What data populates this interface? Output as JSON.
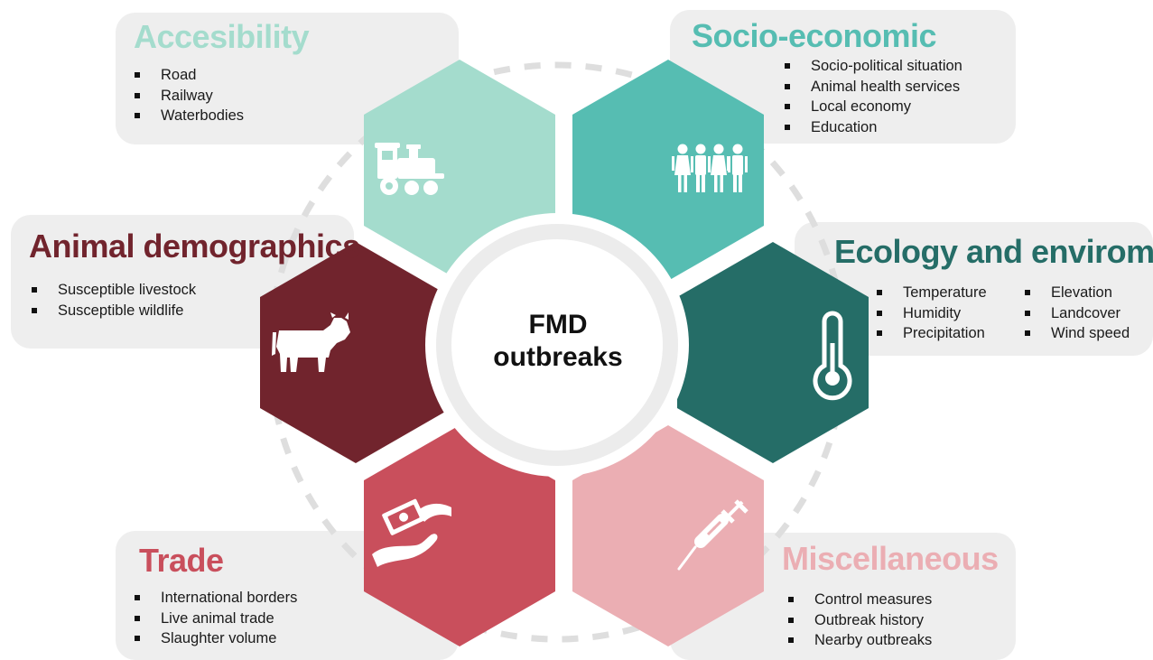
{
  "center": {
    "line1": "FMD",
    "line2": "outbreaks"
  },
  "categories": [
    {
      "title": "Accesibility",
      "icon": "train-icon",
      "color": "#a4dccd",
      "items": [
        "Road",
        "Railway",
        "Waterbodies"
      ]
    },
    {
      "title": "Socio-economic",
      "icon": "people-icon",
      "color": "#56bdb2",
      "items": [
        "Socio-political situation",
        "Animal health services",
        "Local economy",
        "Education"
      ]
    },
    {
      "title": "Animal demographics",
      "icon": "cow-icon",
      "color": "#71242d",
      "items": [
        "Susceptible livestock",
        "Susceptible wildlife"
      ]
    },
    {
      "title": "Ecology and enviroment",
      "icon": "thermometer-icon",
      "color": "#256d67",
      "items": [
        "Temperature",
        "Humidity",
        "Precipitation",
        "Elevation",
        "Landcover",
        "Wind speed"
      ]
    },
    {
      "title": "Trade",
      "icon": "money-hand-icon",
      "color": "#c94f5c",
      "items": [
        "International borders",
        "Live animal trade",
        "Slaughter volume"
      ]
    },
    {
      "title": "Miscellaneous",
      "icon": "syringe-icon",
      "color": "#ebaeb3",
      "items": [
        "Control measures",
        "Outbreak history",
        "Nearby outbreaks"
      ]
    }
  ]
}
